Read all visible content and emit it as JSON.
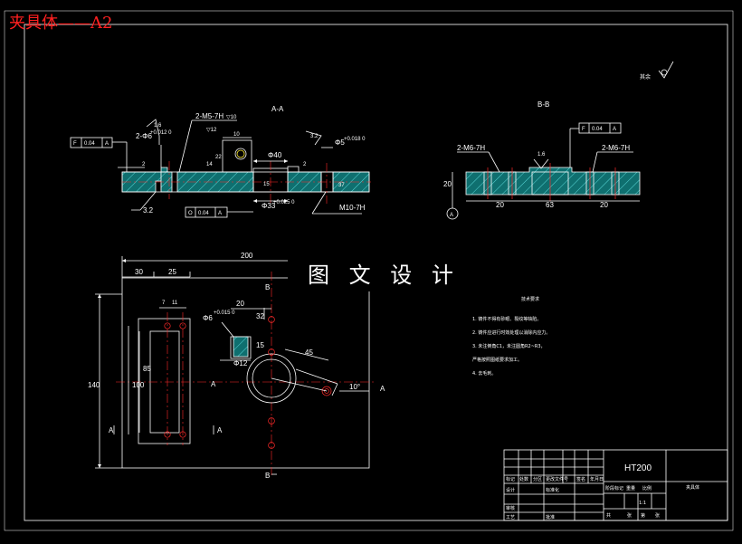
{
  "sheet_title": "夹具体——A2",
  "watermark": "图 文 设 计",
  "section_aa": {
    "label": "A-A",
    "callouts": {
      "threads_top": "2-M5-7H",
      "depth_10": "▽10",
      "depth_12": "▽12",
      "hole_6": "2-Φ6",
      "hole_6_tol": "+0.012 0",
      "dia_40": "Φ40",
      "dia_33": "Φ33",
      "dia_33_tol": "+0.025 0",
      "dia_5": "Φ5",
      "dia_5_tol": "+0.018 0",
      "thread_m10": "M10-7H"
    },
    "dims": [
      "10",
      "2",
      "14",
      "22",
      "2",
      "15",
      "37",
      "2"
    ],
    "roughness": [
      "1.6",
      "3.2",
      "3.2"
    ],
    "fcf_parallel": {
      "symbol": "F",
      "value": "0.04",
      "datum": "A"
    },
    "fcf_circ": {
      "symbol": "O",
      "value": "0.04",
      "datum": "A"
    }
  },
  "section_bb": {
    "label": "B-B",
    "threads": [
      "2-M6-7H",
      "2-M6-7H"
    ],
    "dims": [
      "20",
      "20",
      "63",
      "20"
    ],
    "roughness": "1.6",
    "datum": "A",
    "fcf": {
      "symbol": "F",
      "value": "0.04",
      "datum": "A"
    }
  },
  "plan_view": {
    "dims": [
      "200",
      "30",
      "25",
      "7",
      "11",
      "20",
      "140",
      "100",
      "85",
      "32",
      "15",
      "45",
      "10°"
    ],
    "hole_dia": "Φ6",
    "hole_tol": "+0.015 0",
    "dia_12": "Φ12",
    "section_marks": [
      "B",
      "B",
      "A",
      "A",
      "A",
      "A"
    ]
  },
  "surface_finish_mark": "其余",
  "tech_requirements": {
    "title": "技术要求",
    "items": [
      "1. 铸件不得有砂眼、裂纹等缺陷。",
      "2. 铸件应进行时效处理以消除内应力。",
      "3. 未注倒角C1，未注圆角R2~R3，",
      "严格按照图纸要求加工。",
      "4. 去毛刺。"
    ]
  },
  "title_block": {
    "material": "HT200",
    "part_name": "夹具体",
    "scale": "1:1",
    "row_labels": [
      "标记",
      "处数",
      "分区",
      "更改文件号",
      "签名",
      "年月日"
    ],
    "left_labels": [
      "设计",
      "审核",
      "工艺"
    ],
    "mid_labels": [
      "标准化",
      "批准"
    ],
    "right_labels": [
      "阶段标记",
      "重量",
      "比例",
      "共",
      "张",
      "第",
      "张"
    ]
  }
}
